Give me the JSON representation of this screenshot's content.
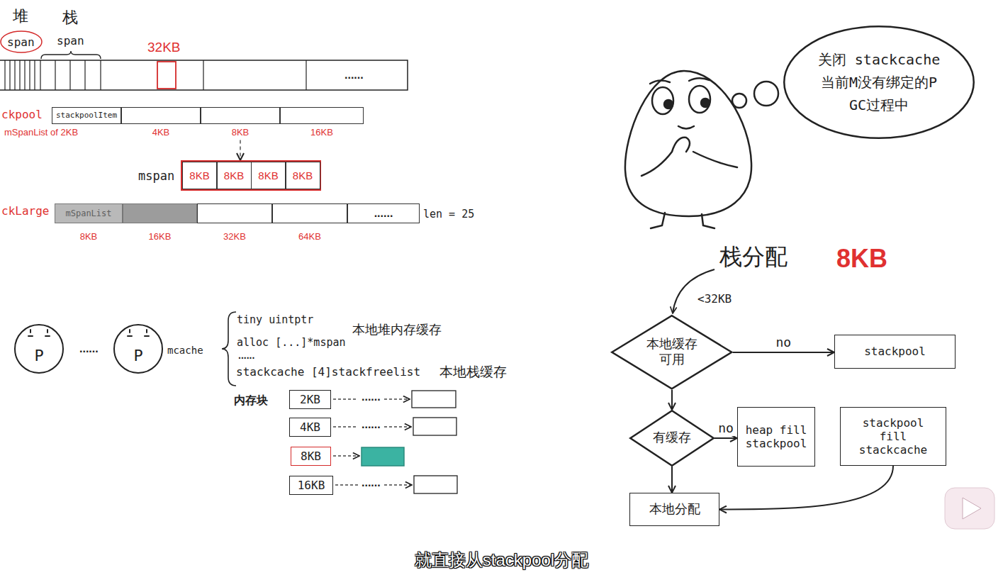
{
  "diagram": {
    "caption": "就直接从stackpool分配",
    "nodes": [
      {
        "text": [
          "stackpoolItem",
          "mSpanList of 2KB"
        ]
      },
      {
        "text": [
          "4KB"
        ]
      },
      {
        "text": [
          "8KB"
        ]
      },
      {
        "text": [
          "16KB"
        ]
      },
      {
        "text": [
          "关闭 stackcache",
          "当前M没有绑定的P",
          "GC过程中"
        ]
      },
      {
        "text": [
          "mspan"
        ]
      },
      {
        "text": [
          "8KB"
        ],
        "in": 5
      },
      {
        "text": [
          "8KB"
        ],
        "in": 5
      },
      {
        "text": [
          "8KB"
        ],
        "in": 5
      },
      {
        "text": [
          "8KB"
        ],
        "in": 5
      },
      {
        "text": [
          "mSpanList",
          "8KB"
        ]
      },
      {
        "text": [
          "16KB"
        ]
      },
      {
        "text": [
          "32KB"
        ]
      },
      {
        "text": [
          "64KB"
        ]
      },
      {
        "text": [
          "......"
        ]
      },
      {
        "text": [
          "本地缓存可用"
        ]
      },
      {
        "text": [
          "stackpool"
        ]
      },
      {
        "text": [
          "P"
        ]
      },
      {
        "text": [
          "P"
        ]
      },
      {
        "text": [
          "2KB"
        ]
      },
      {
        "text": [
          "4KB"
        ]
      },
      {
        "text": [
          "有缓存"
        ]
      },
      {
        "text": [
          "heap fill stackpool"
        ]
      },
      {
        "text": [
          "stackpool fill stackcache"
        ]
      },
      {
        "text": [
          "8KB"
        ]
      },
      {
        "text": [
          "16KB"
        ]
      },
      {
        "text": [
          "本地分配"
        ]
      }
    ],
    "edges": [
      {
        "from": 2,
        "to": 5,
        "arrow": "to"
      },
      {
        "from": 15,
        "to": 16,
        "label": "no",
        "arrow": "to"
      },
      {
        "from": 15,
        "to": 21,
        "arrow": "to"
      },
      {
        "from": 21,
        "to": 22,
        "label": "no",
        "arrow": "to"
      },
      {
        "from": 21,
        "to": 26,
        "arrow": "to"
      },
      {
        "from": 23,
        "to": 26,
        "arrow": "to"
      }
    ],
    "labels": [
      "堆",
      "栈",
      "span",
      "span",
      "32KB",
      "......",
      "ckpool",
      "ckLarge",
      "len = 25",
      "......",
      "mcache",
      "tiny uintptr",
      "alloc [...]*mspan",
      "本地堆内存缓存",
      "......",
      "stackcache [4]stackfreelist",
      "本地栈缓存",
      "内存块",
      "......",
      "......",
      "......",
      "栈分配",
      "8KB",
      "<32KB"
    ]
  }
}
